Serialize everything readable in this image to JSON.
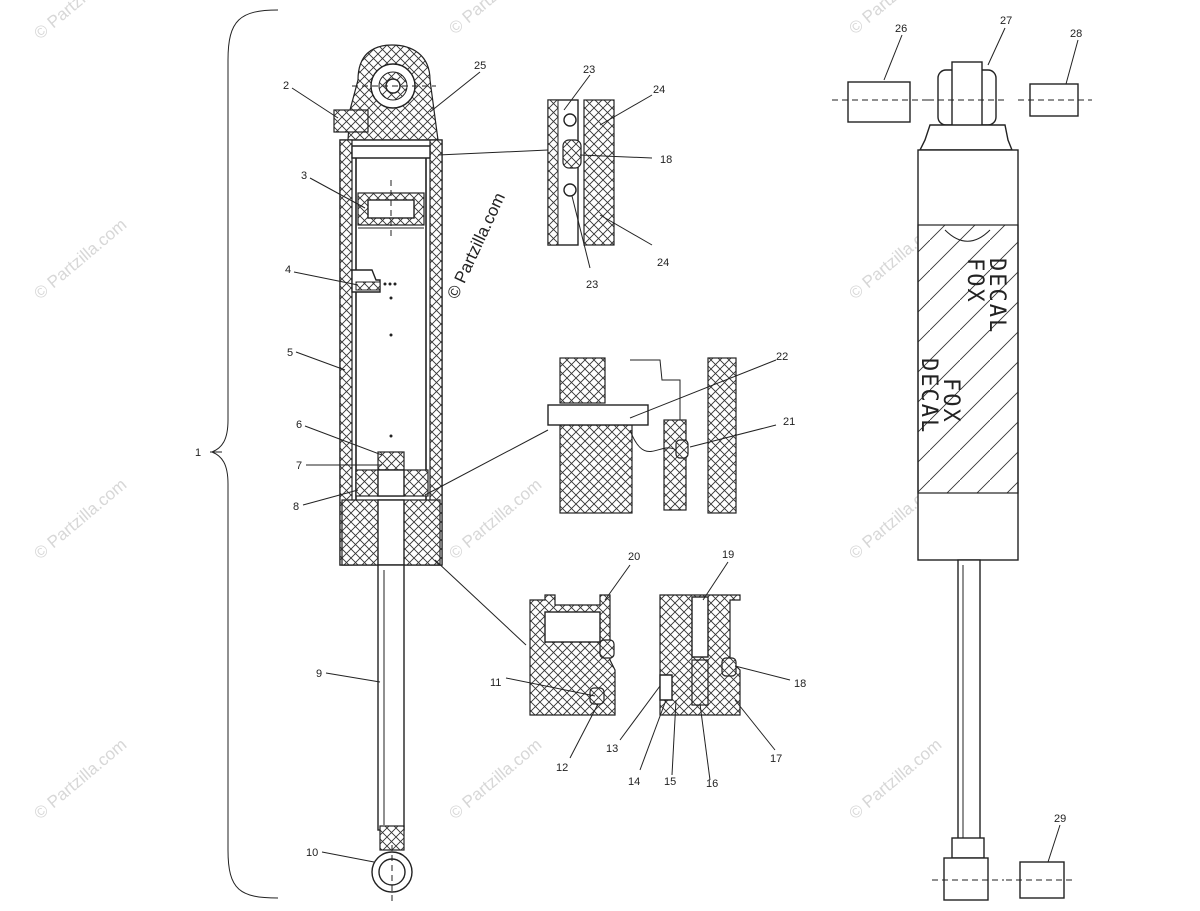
{
  "callouts": [
    {
      "id": "1",
      "label": "1"
    },
    {
      "id": "2",
      "label": "2"
    },
    {
      "id": "3",
      "label": "3"
    },
    {
      "id": "4",
      "label": "4"
    },
    {
      "id": "5",
      "label": "5"
    },
    {
      "id": "6",
      "label": "6"
    },
    {
      "id": "7",
      "label": "7"
    },
    {
      "id": "8",
      "label": "8"
    },
    {
      "id": "9",
      "label": "9"
    },
    {
      "id": "10",
      "label": "10"
    },
    {
      "id": "11",
      "label": "11"
    },
    {
      "id": "12",
      "label": "12"
    },
    {
      "id": "13",
      "label": "13"
    },
    {
      "id": "14",
      "label": "14"
    },
    {
      "id": "15",
      "label": "15"
    },
    {
      "id": "16",
      "label": "16"
    },
    {
      "id": "17",
      "label": "17"
    },
    {
      "id": "18a",
      "label": "18"
    },
    {
      "id": "18b",
      "label": "18"
    },
    {
      "id": "19",
      "label": "19"
    },
    {
      "id": "20",
      "label": "20"
    },
    {
      "id": "21",
      "label": "21"
    },
    {
      "id": "22",
      "label": "22"
    },
    {
      "id": "23a",
      "label": "23"
    },
    {
      "id": "23b",
      "label": "23"
    },
    {
      "id": "24a",
      "label": "24"
    },
    {
      "id": "24b",
      "label": "24"
    },
    {
      "id": "25",
      "label": "25"
    },
    {
      "id": "26",
      "label": "26"
    },
    {
      "id": "27",
      "label": "27"
    },
    {
      "id": "28",
      "label": "28"
    },
    {
      "id": "29",
      "label": "29"
    }
  ],
  "decal": {
    "line1": "FOX",
    "line2": "DECAL"
  },
  "watermark": {
    "text": "© Partzilla.com"
  }
}
